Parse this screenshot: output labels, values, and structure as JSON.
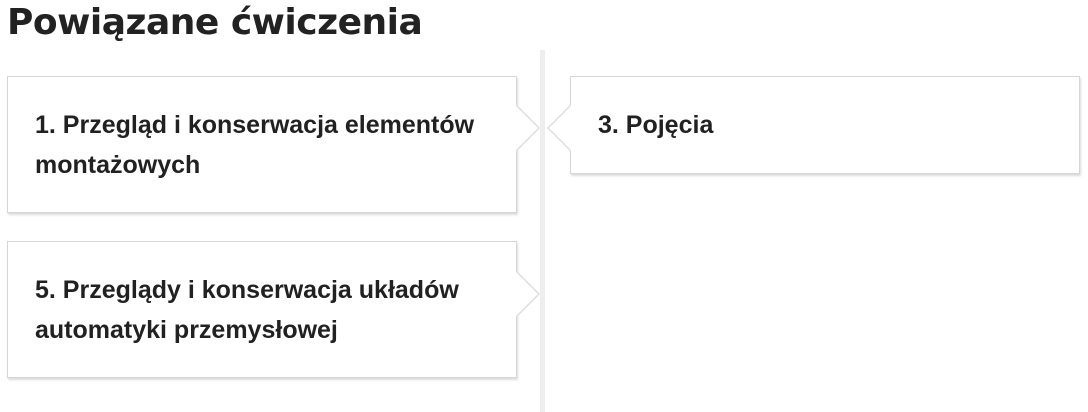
{
  "page": {
    "title": "Powiązane ćwiczenia"
  },
  "timeline": {
    "items": [
      {
        "number": "1",
        "label": "1. Przegląd i konserwacja elementów montażowych",
        "side": "left"
      },
      {
        "number": "3",
        "label": "3. Pojęcia",
        "side": "right"
      },
      {
        "number": "5",
        "label": "5. Przeglądy i konserwacja układów automatyki przemysłowej",
        "side": "left"
      }
    ]
  },
  "colors": {
    "line": "#eeeeee",
    "card_border": "#d6d6d6",
    "text": "#212121"
  }
}
